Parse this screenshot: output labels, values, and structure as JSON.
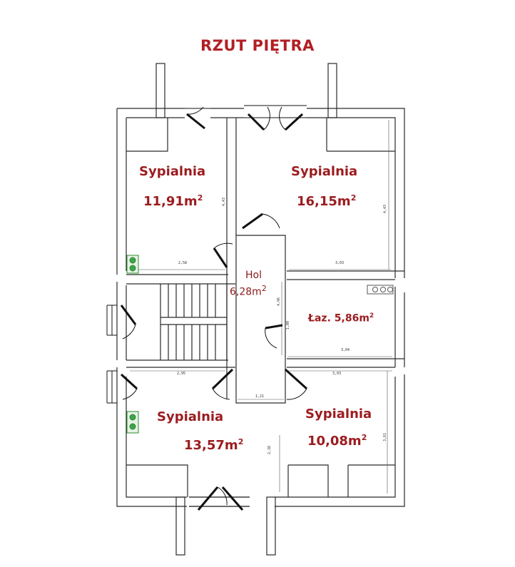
{
  "title": "RZUT PIĘTRA",
  "rooms": {
    "bed_nw": {
      "name": "Sypialnia",
      "area": "11,91m",
      "sup": "2"
    },
    "bed_ne": {
      "name": "Sypialnia",
      "area": "16,15m",
      "sup": "2"
    },
    "hall": {
      "name": "Hol",
      "area": "6,28m",
      "sup": "2"
    },
    "bath": {
      "name": "Łaz. 5,86m",
      "sup": "2"
    },
    "bed_sw": {
      "name": "Sypialnia",
      "area": "13,57m",
      "sup": "2"
    },
    "bed_se": {
      "name": "Sypialnia",
      "area": "10,08m",
      "sup": "2"
    }
  },
  "dims": {
    "d1": "2,58",
    "d2": "4,43",
    "d3": "3,03",
    "d4": "4,43",
    "d5": "4,96",
    "d6": "1,00",
    "d7": "3,04",
    "d8": "2,95",
    "d9": "1,21",
    "d10": "3,03",
    "d11": "2,38",
    "d12": "3,61"
  },
  "colors": {
    "label": "#9b1c1f",
    "title": "#b21f24",
    "wall": "#2a2a2a",
    "vent": "#2e8b2e"
  }
}
